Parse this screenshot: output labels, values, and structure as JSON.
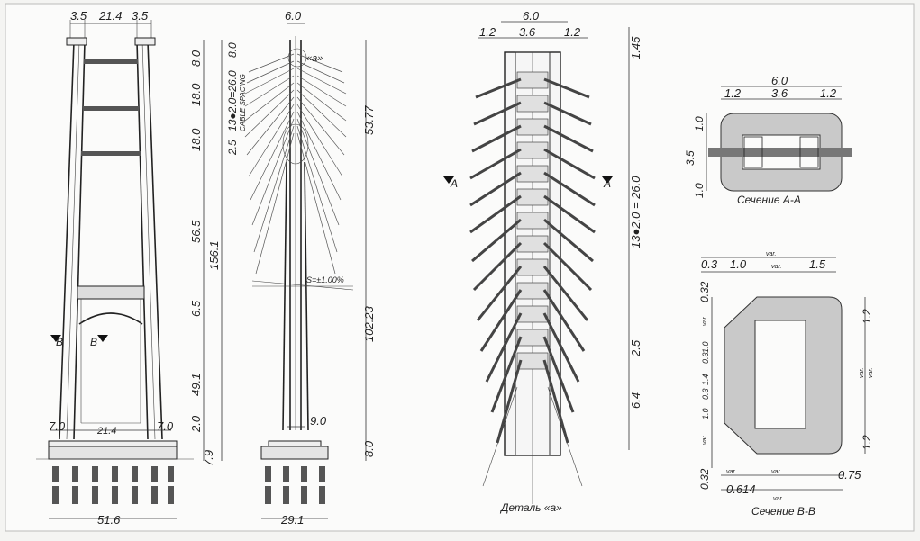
{
  "front_view": {
    "top_dims": [
      "3.5",
      "21.4",
      "3.5"
    ],
    "right_dims": [
      "8.0",
      "18.0",
      "18.0",
      "56.5",
      "6.5",
      "49.1",
      "2.0",
      "7.9"
    ],
    "total_height": "156.1",
    "base_width_inner": "21.4",
    "base_side": [
      "7.0",
      "7.0"
    ],
    "foundation_width": "51.6",
    "section_mark": "B"
  },
  "side_view": {
    "top_width": "6.0",
    "left_dims": [
      "8.0",
      "13●2.0=26.0",
      "2.5"
    ],
    "cable_spacing": "CABLE SPACING",
    "detail_mark": "«a»",
    "slope": "S=±1.00%",
    "right_dims": [
      "53.77",
      "102.23",
      "8.0"
    ],
    "lower_width": "9.0",
    "foundation_width": "29.1"
  },
  "detail_a": {
    "top_total": "6.0",
    "top_parts": [
      "1.2",
      "3.6",
      "1.2"
    ],
    "right_dims": [
      "1.45",
      "13●2.0 = 26.0",
      "2.5",
      "6.4"
    ],
    "section_mark": "A",
    "caption": "Деталь «а»"
  },
  "section_aa": {
    "top_total": "6.0",
    "top_parts": [
      "1.2",
      "3.6",
      "1.2"
    ],
    "left_dims": [
      "1.0",
      "3.5",
      "1.0"
    ],
    "caption": "Сечение А-А"
  },
  "section_bb": {
    "top_parts": [
      "0.3",
      "1.0",
      "var.",
      "1.5"
    ],
    "top_total": "var.",
    "left_dims": [
      "0.32",
      "var.",
      "1.0",
      "0.3",
      "1.4",
      "0.3",
      "1.0",
      "var.",
      "0.32"
    ],
    "right_dims": [
      "1.2",
      "var.",
      "var.",
      "1.2"
    ],
    "bottom_dims": [
      "var.",
      "var.",
      "0.75",
      "0.614",
      "var."
    ],
    "caption": "Сечение В-В"
  }
}
